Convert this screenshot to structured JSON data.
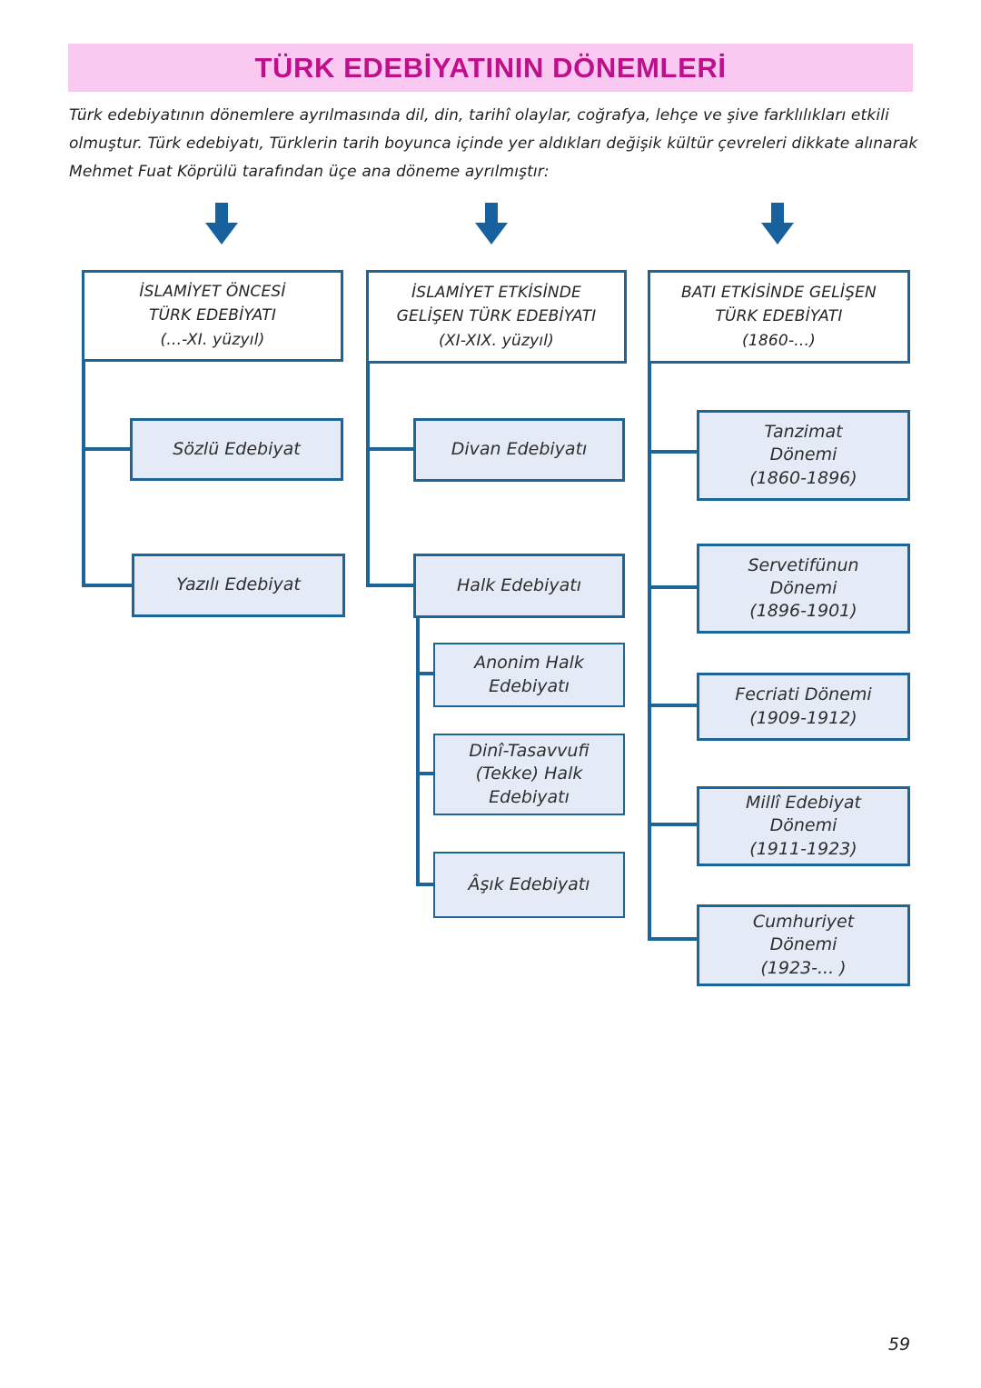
{
  "banner": {
    "title": "TÜRK EDEBİYATININ DÖNEMLERİ"
  },
  "intro": {
    "lines": [
      "Türk edebiyatının dönemlere ayrılmasında dil, din, tarihî olaylar, coğrafya, lehçe ve şive farklılıkları etkili",
      "olmuştur. Türk edebiyatı, Türklerin tarih boyunca içinde yer aldıkları değişik kültür çevreleri dikkate alınarak",
      "Mehmet Fuat Köprülü tarafından üçe ana döneme ayrılmıştır:"
    ]
  },
  "diagram": {
    "columns": [
      {
        "header": "İSLAMİYET ÖNCESİ\nTÜRK EDEBİYATI\n(...-XI. yüzyıl)",
        "children": [
          {
            "label": "Sözlü Edebiyat"
          },
          {
            "label": "Yazılı Edebiyat"
          }
        ]
      },
      {
        "header": "İSLAMİYET ETKİSİNDE\nGELİŞEN TÜRK EDEBİYATI\n(XI-XIX. yüzyıl)",
        "children": [
          {
            "label": "Divan Edebiyatı"
          },
          {
            "label": "Halk Edebiyatı",
            "children": [
              {
                "label": "Anonim Halk\nEdebiyatı"
              },
              {
                "label": "Dinî-Tasavvufi\n(Tekke) Halk\nEdebiyatı"
              },
              {
                "label": "Âşık Edebiyatı"
              }
            ]
          }
        ]
      },
      {
        "header": "BATI ETKİSİNDE GELİŞEN\nTÜRK EDEBİYATI\n(1860-...)",
        "children": [
          {
            "label": "Tanzimat\nDönemi\n(1860-1896)"
          },
          {
            "label": "Servetifünun\nDönemi\n(1896-1901)"
          },
          {
            "label": "Fecriati Dönemi\n(1909-1912)"
          },
          {
            "label": "Millî Edebiyat\nDönemi\n(1911-1923)"
          },
          {
            "label": "Cumhuriyet\nDönemi\n(1923-... )"
          }
        ]
      }
    ]
  },
  "footer": {
    "page_number": "59"
  },
  "colors": {
    "banner_bg": "#fac9f1",
    "banner_text": "#bf108c",
    "line_blue": "#1b6599",
    "arrow_blue": "#17629e",
    "box_fill": "#e4ebf6",
    "header_fill": "#ffffff",
    "text_dark": "#2e2e2e"
  }
}
